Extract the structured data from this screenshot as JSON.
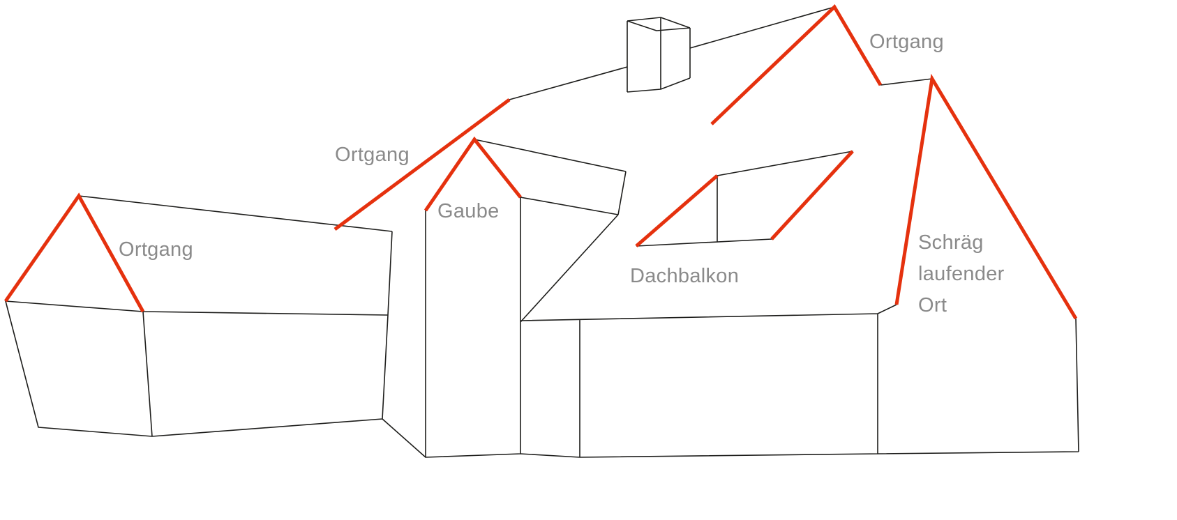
{
  "colors": {
    "accent_red": "#e5310e",
    "line_black": "#1d1d1b",
    "label_gray": "#8a8a8a",
    "background": "#ffffff"
  },
  "labels": {
    "ortgang_main": "Ortgang",
    "ortgang_left_building": "Ortgang",
    "ortgang_top_right": "Ortgang",
    "gaube": "Gaube",
    "dachbalkon": "Dachbalkon",
    "schraeg_laufender_ort": [
      "Schräg",
      "laufender",
      "Ort"
    ]
  },
  "diagram": {
    "subject": "House line drawing with roof verge (Ortgang) edges highlighted in red",
    "highlighted_edges": [
      "left building gable verges",
      "dormer (Gaube) verges",
      "main roof left verge",
      "upper right cross-gable verges",
      "roof balcony (Dachbalkon) sloped edges",
      "right wing gable verges incl. sloping verge (Schräg laufender Ort)"
    ]
  }
}
